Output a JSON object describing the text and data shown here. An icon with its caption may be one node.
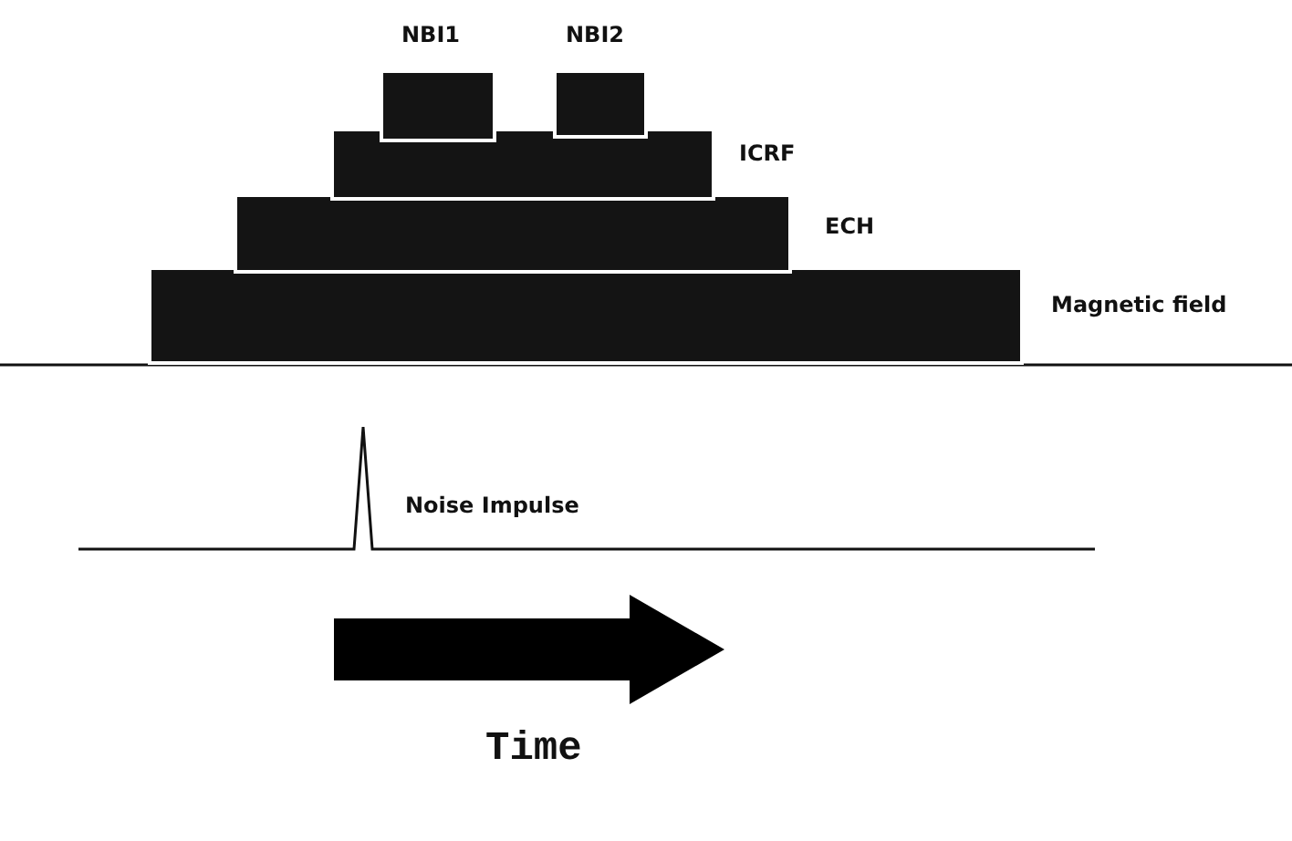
{
  "diagram": {
    "nodes": [
      {
        "text": [
          "NBI1"
        ]
      },
      {
        "text": [
          "NBI2"
        ]
      },
      {
        "text": [
          "ICRF"
        ]
      },
      {
        "text": [
          "ECH"
        ]
      },
      {
        "text": [
          "Magnetic field"
        ]
      }
    ],
    "labels": [
      "Noise Impulse",
      "Time"
    ]
  }
}
